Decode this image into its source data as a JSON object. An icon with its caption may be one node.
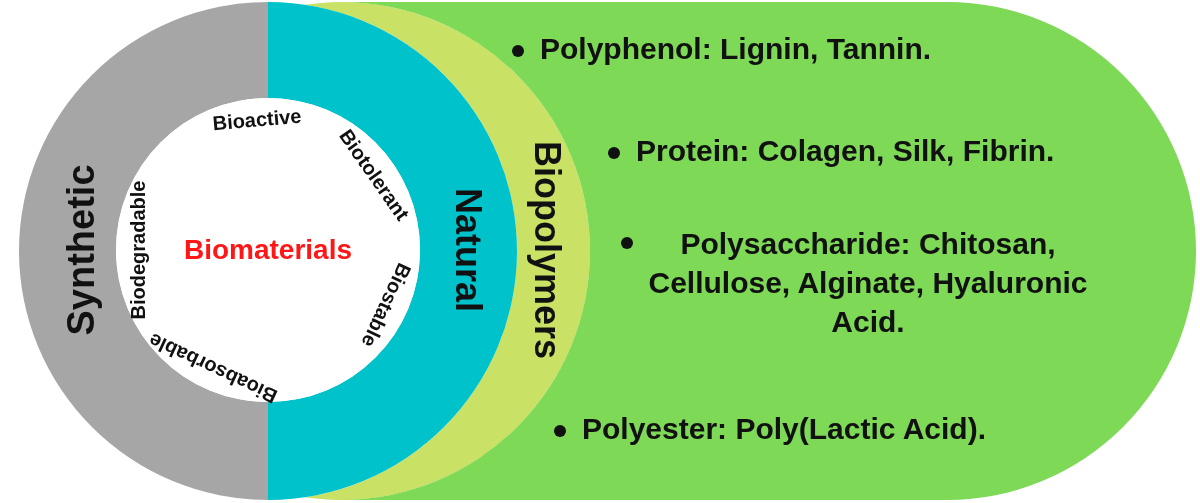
{
  "diagram": {
    "nodes": [
      {
        "text": [
          "Polyphenol: Lignin, Tannin.",
          "Protein: Colagen, Silk, Fibrin.",
          "Polysaccharide: Chitosan, Cellulose, Alginate, Hyaluronic Acid.",
          "Polyester: Poly(Lactic Acid)."
        ]
      },
      {
        "text": [
          "Biopolymers"
        ]
      },
      {
        "text": [
          "Synthetic"
        ]
      },
      {
        "text": [
          "Natural"
        ]
      },
      {
        "text": [
          "Biomaterials",
          "Bioactive",
          "Biotolerant",
          "Biostable",
          "Bioabsorbable",
          "Biodegradable"
        ]
      }
    ]
  }
}
